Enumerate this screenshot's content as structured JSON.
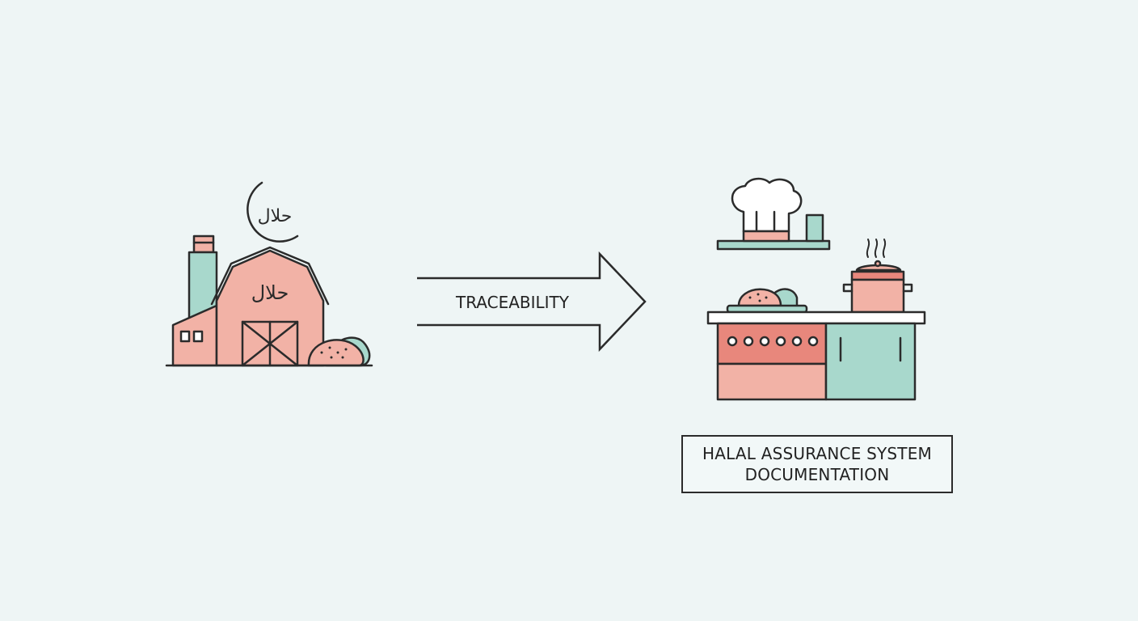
{
  "flow": {
    "source": {
      "crescent_label": "حلال",
      "barn_label": "حلال"
    },
    "arrow_label": "TRACEABILITY",
    "destination": {
      "caption_line1": "HALAL ASSURANCE SYSTEM",
      "caption_line2": "DOCUMENTATION"
    }
  },
  "colors": {
    "background": "#eef5f5",
    "outline": "#2b2b2b",
    "pink": "#f2b2a6",
    "pink_dark": "#e8877c",
    "mint": "#a8d8cc",
    "mint_dark": "#7cc2b2"
  },
  "icons": [
    "crescent-icon",
    "farm-barn-icon",
    "silo-icon",
    "meat-icon",
    "chef-hat-icon",
    "cooking-pot-icon",
    "steam-icon",
    "kitchen-counter-icon",
    "arrow-icon"
  ]
}
